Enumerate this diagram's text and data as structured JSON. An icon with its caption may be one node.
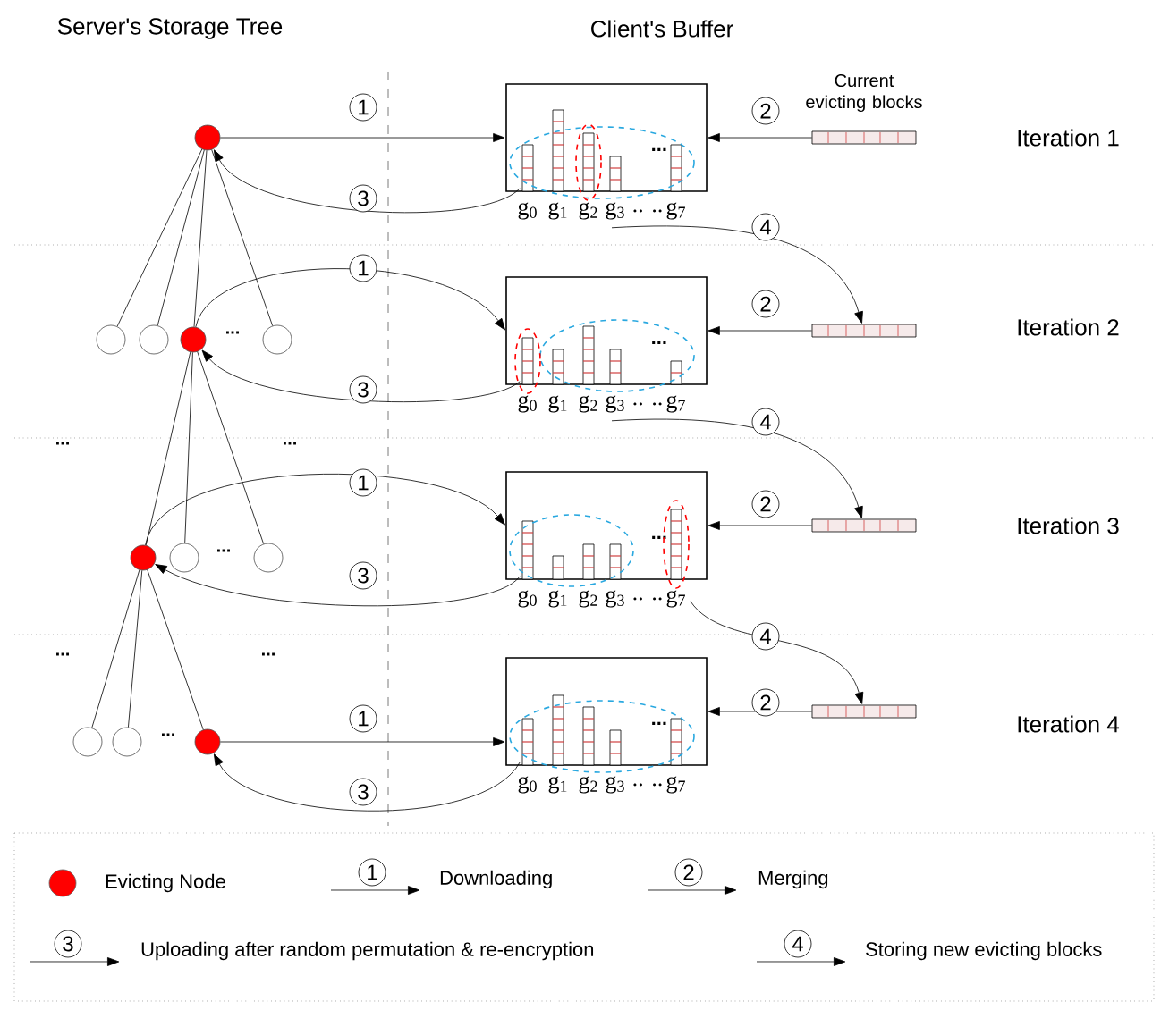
{
  "diagram": {
    "nodes": [
      {
        "text": [],
        "shape": "circle"
      },
      {
        "text": [],
        "shape": "circle"
      },
      {
        "text": [],
        "shape": "circle"
      },
      {
        "text": [],
        "shape": "circle"
      },
      {
        "text": [],
        "shape": "circle"
      },
      {
        "text": [],
        "shape": "circle"
      },
      {
        "text": [],
        "shape": "circle"
      },
      {
        "text": [],
        "shape": "circle"
      },
      {
        "text": [],
        "shape": "circle"
      },
      {
        "text": [],
        "shape": "circle"
      },
      {
        "text": [],
        "shape": "circle"
      },
      {
        "text": [
          "..."
        ],
        "beside": [
          "g$_{0}$",
          "g$_{1}$",
          "g$_{2}$",
          "g$_{3}$",
          ".. ..",
          "g$_{7}$"
        ]
      },
      {
        "text": [
          "..."
        ],
        "beside": [
          "g$_{0}$",
          "g$_{1}$",
          "g$_{2}$",
          "g$_{3}$",
          ".. ..",
          "g$_{7}$"
        ]
      },
      {
        "text": [
          "..."
        ],
        "beside": [
          "g$_{0}$",
          "g$_{1}$",
          "g$_{2}$",
          "g$_{3}$",
          ".. ..",
          "g$_{7}$"
        ]
      },
      {
        "text": [
          "..."
        ],
        "beside": [
          "g$_{0}$",
          "g$_{1}$",
          "g$_{2}$",
          "g$_{3}$",
          ".. ..",
          "g$_{7}$"
        ]
      },
      {
        "text": [],
        "shape": "bar",
        "beside": [
          "Current evicting blocks"
        ]
      },
      {
        "text": [],
        "shape": "bar"
      },
      {
        "text": [],
        "shape": "bar"
      },
      {
        "text": [],
        "shape": "bar"
      }
    ],
    "edges": [
      {
        "from": 0,
        "to": 1,
        "arrow": "none"
      },
      {
        "from": 0,
        "to": 2,
        "arrow": "none"
      },
      {
        "from": 0,
        "to": 3,
        "arrow": "none"
      },
      {
        "from": 0,
        "to": 4,
        "arrow": "none"
      },
      {
        "from": 3,
        "to": 5,
        "arrow": "none"
      },
      {
        "from": 3,
        "to": 6,
        "arrow": "none"
      },
      {
        "from": 3,
        "to": 7,
        "arrow": "none"
      },
      {
        "from": 5,
        "to": 8,
        "arrow": "none"
      },
      {
        "from": 5,
        "to": 9,
        "arrow": "none"
      },
      {
        "from": 5,
        "to": 10,
        "arrow": "none"
      },
      {
        "from": 0,
        "to": 11,
        "arrow": "to",
        "label": "1"
      },
      {
        "from": 11,
        "to": 0,
        "arrow": "to",
        "label": "3"
      },
      {
        "from": 15,
        "to": 11,
        "arrow": "to",
        "label": "2"
      },
      {
        "from": 11,
        "to": 16,
        "arrow": "to",
        "label": "4"
      },
      {
        "from": 3,
        "to": 12,
        "arrow": "to",
        "label": "1"
      },
      {
        "from": 12,
        "to": 3,
        "arrow": "to",
        "label": "3"
      },
      {
        "from": 16,
        "to": 12,
        "arrow": "to",
        "label": "2"
      },
      {
        "from": 12,
        "to": 17,
        "arrow": "to",
        "label": "4"
      },
      {
        "from": 5,
        "to": 13,
        "arrow": "to",
        "label": "1"
      },
      {
        "from": 13,
        "to": 5,
        "arrow": "to",
        "label": "3"
      },
      {
        "from": 17,
        "to": 13,
        "arrow": "to",
        "label": "2"
      },
      {
        "from": 13,
        "to": 18,
        "arrow": "to",
        "label": "4"
      },
      {
        "from": 10,
        "to": 14,
        "arrow": "to",
        "label": "1"
      },
      {
        "from": 14,
        "to": 10,
        "arrow": "to",
        "label": "3"
      },
      {
        "from": 18,
        "to": 14,
        "arrow": "to",
        "label": "2"
      }
    ],
    "labels": [
      "Server's Storage Tree",
      "Client's Buffer",
      "Iteration 1",
      "Iteration 2",
      "Iteration 3",
      "Iteration 4",
      "...",
      "...",
      "...",
      "...",
      "...",
      "...",
      "...",
      "1",
      "2",
      "3",
      "4"
    ],
    "legend": [
      {
        "text": "Evicting Node",
        "color": "#ff0000"
      },
      {
        "text": "Downloading"
      },
      {
        "text": "Merging"
      },
      {
        "text": "Uploading after random permutation & re-encryption"
      },
      {
        "text": "Storing new evicting blocks"
      }
    ]
  }
}
